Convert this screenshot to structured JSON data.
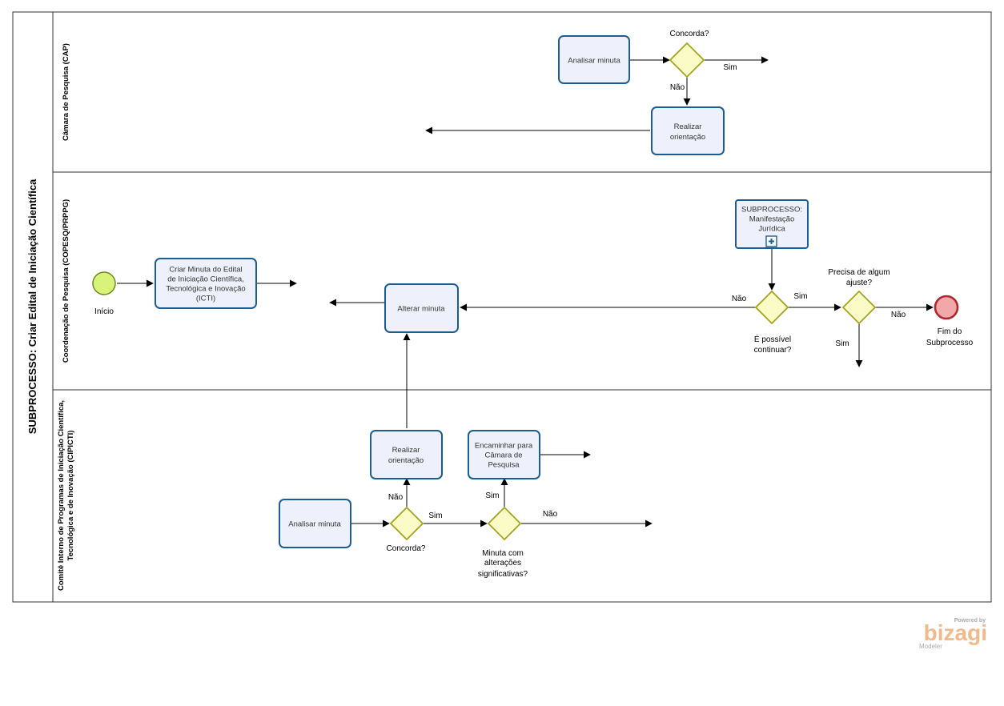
{
  "pool": {
    "title": "SUBPROCESSO: Criar Edital de Iniciação Científica"
  },
  "lanes": {
    "cap": "Câmara de Pesquisa (CAP)",
    "copesq": "Coordenação de Pesquisa (COPESQ/PRPPG)",
    "cipicti_line1": "Comitê Interno de Programas de Iniciação Científica,",
    "cipicti_line2": "Tecnológica e de Inovação (CIPICTI)"
  },
  "tasks": {
    "cap_analisar": [
      "Analisar minuta"
    ],
    "cap_orientacao": [
      "Realizar",
      "orientação"
    ],
    "subprocesso": [
      "SUBPROCESSO:",
      "Manifestação",
      "Jurídica"
    ],
    "criar_minuta": [
      "Criar Minuta do Edital",
      "de Iniciação Científica,",
      "Tecnológica e Inovação",
      "(ICTI)"
    ],
    "alterar_minuta": [
      "Alterar minuta"
    ],
    "cipicti_orientacao": [
      "Realizar",
      "orientação"
    ],
    "encaminhar": [
      "Encaminhar para",
      "Câmara de",
      "Pesquisa"
    ],
    "cipicti_analisar": [
      "Analisar minuta"
    ]
  },
  "gateways": {
    "cap_concorda": "Concorda?",
    "possivel_line1": "É possível",
    "possivel_line2": "continuar?",
    "ajuste_line1": "Precisa de algum",
    "ajuste_line2": "ajuste?",
    "cipicti_concorda": "Concorda?",
    "alteracoes_line1": "Minuta com",
    "alteracoes_line2": "alterações",
    "alteracoes_line3": "significativas?"
  },
  "events": {
    "start": "Início",
    "end_line1": "Fim do",
    "end_line2": "Subprocesso"
  },
  "flow_labels": {
    "cap_sim": "Sim",
    "cap_nao": "Não",
    "possivel_nao": "Não",
    "possivel_sim": "Sim",
    "ajuste_nao": "Não",
    "ajuste_sim": "Sim",
    "cipicti_nao": "Não",
    "cipicti_sim": "Sim",
    "alteracoes_sim": "Sim",
    "alteracoes_nao": "Não"
  },
  "logo": {
    "powered": "Powered by",
    "brand": "bizagi",
    "product": "Modeler"
  },
  "colors": {
    "task_fill": "#eef1fb",
    "task_stroke": "#1c5e93",
    "gateway_fill": "#fbfbc8",
    "gateway_stroke": "#a3a31d",
    "start_fill": "#d9f27a",
    "end_fill": "#f0a8a8",
    "end_stroke": "#b0282f"
  }
}
